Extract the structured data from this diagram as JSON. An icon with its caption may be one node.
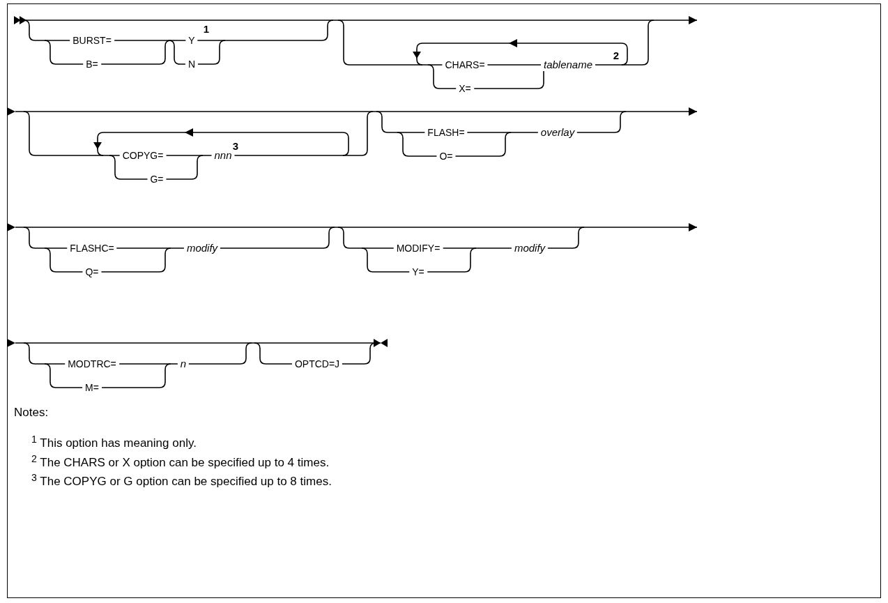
{
  "diagram": {
    "labels": [
      "BURST=",
      "B=",
      "Y",
      "N",
      "1",
      "CHARS=",
      "X=",
      "tablename",
      "2",
      "COPYG=",
      "G=",
      "nnn",
      "3",
      "FLASH=",
      "O=",
      "overlay",
      "FLASHC=",
      "Q=",
      "modify",
      "MODIFY=",
      "Y=",
      "modify",
      "MODTRC=",
      "M=",
      "n",
      "OPTCD=J",
      "Notes:",
      "$^{1}$ This option has meaning only.",
      "$^{2}$ The CHARS or X option can be specified up to 4 times.",
      "$^{3}$ The COPYG or G option can be specified up to 8 times."
    ]
  }
}
